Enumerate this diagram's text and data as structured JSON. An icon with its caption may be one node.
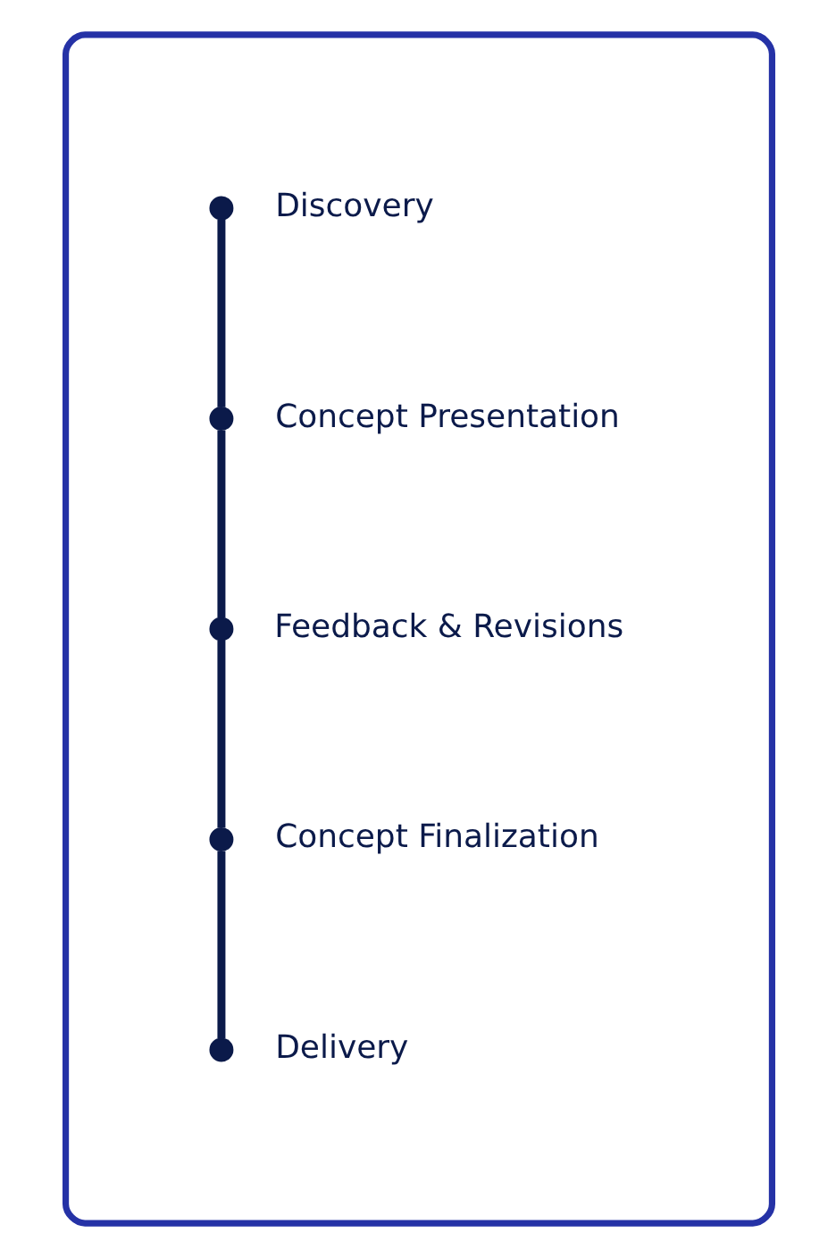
{
  "diagram": {
    "nodes": [
      {
        "text": [],
        "shape": "box"
      },
      {
        "text": [],
        "shape": "circle",
        "in": 0,
        "beside": [
          "Discovery"
        ]
      },
      {
        "text": [],
        "shape": "circle",
        "in": 0,
        "beside": [
          "Concept Presentation"
        ]
      },
      {
        "text": [],
        "shape": "circle",
        "in": 0,
        "beside": [
          "Feedback & Revisions"
        ]
      },
      {
        "text": [],
        "shape": "circle",
        "in": 0,
        "beside": [
          "Concept Finalization"
        ]
      },
      {
        "text": [],
        "shape": "circle",
        "in": 0,
        "beside": [
          "Delivery"
        ]
      }
    ],
    "edges": [
      {
        "from": 1,
        "to": 2,
        "arrow": "none"
      },
      {
        "from": 2,
        "to": 3,
        "arrow": "none"
      },
      {
        "from": 3,
        "to": 4,
        "arrow": "none"
      },
      {
        "from": 4,
        "to": 5,
        "arrow": "none"
      }
    ]
  }
}
